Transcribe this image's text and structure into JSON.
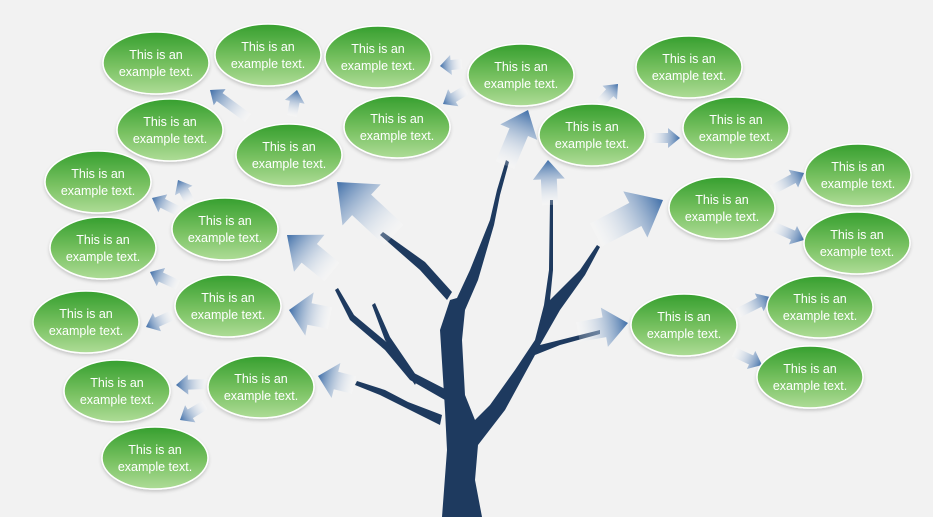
{
  "nodes": [
    {
      "line1": "This is an",
      "line2": "example text."
    },
    {
      "line1": "This is an",
      "line2": "example text."
    },
    {
      "line1": "This is an",
      "line2": "example text."
    },
    {
      "line1": "This is an",
      "line2": "example text."
    },
    {
      "line1": "This is an",
      "line2": "example text."
    },
    {
      "line1": "This is an",
      "line2": "example text."
    },
    {
      "line1": "This is an",
      "line2": "example text."
    },
    {
      "line1": "This is an",
      "line2": "example text."
    },
    {
      "line1": "This is an",
      "line2": "example text."
    },
    {
      "line1": "This is an",
      "line2": "example text."
    },
    {
      "line1": "This is an",
      "line2": "example text."
    },
    {
      "line1": "This is an",
      "line2": "example text."
    },
    {
      "line1": "This is an",
      "line2": "example text."
    },
    {
      "line1": "This is an",
      "line2": "example text."
    },
    {
      "line1": "This is an",
      "line2": "example text."
    },
    {
      "line1": "This is an",
      "line2": "example text."
    },
    {
      "line1": "This is an",
      "line2": "example text."
    },
    {
      "line1": "This is an",
      "line2": "example text."
    },
    {
      "line1": "This is an",
      "line2": "example text."
    },
    {
      "line1": "This is an",
      "line2": "example text."
    },
    {
      "line1": "This is an",
      "line2": "example text."
    },
    {
      "line1": "This is an",
      "line2": "example text."
    },
    {
      "line1": "This is an",
      "line2": "example text."
    },
    {
      "line1": "This is an",
      "line2": "example text."
    }
  ],
  "colors": {
    "background": "#f2f2f2",
    "trunk": "#1f3a5f",
    "arrow": "#3f6ea8",
    "node_top": "#3aa233",
    "node_bottom": "#a6d98e",
    "node_text": "#ffffff"
  }
}
